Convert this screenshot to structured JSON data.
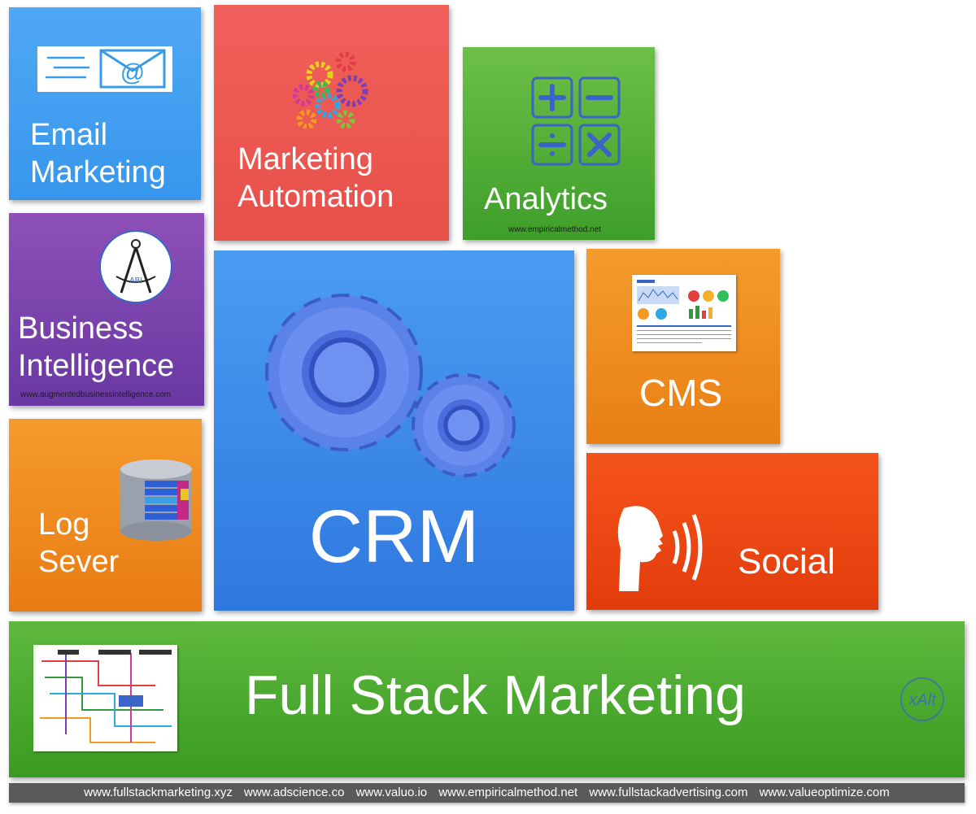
{
  "tiles": {
    "email": {
      "title_line1": "Email",
      "title_line2": "Marketing",
      "color": "#3f9ff2"
    },
    "automation": {
      "title_line1": "Marketing",
      "title_line2": "Automation",
      "color": "#ec5852"
    },
    "analytics": {
      "title": "Analytics",
      "url": "www.empiricalmethod.net",
      "color": "#4faa34"
    },
    "bi": {
      "title_line1": "Business",
      "title_line2": "Intelligence",
      "url": "www.augmentedbusinessintelligence.com",
      "color": "#7a44ad"
    },
    "crm": {
      "title": "CRM",
      "color": "#3a88ea"
    },
    "cms": {
      "title": "CMS",
      "color": "#ef8c20"
    },
    "log": {
      "title_line1": "Log",
      "title_line2": "Sever",
      "color": "#ef8c20"
    },
    "social": {
      "title": "Social",
      "color": "#ec4714"
    },
    "fullstack": {
      "title": "Full Stack Marketing",
      "color": "#4caa30"
    }
  },
  "footer": {
    "links": [
      "www.fullstackmarketing.xyz",
      "www.adscience.co",
      "www.valuo.io",
      "www.empiricalmethod.net",
      "www.fullstackadvertising.com",
      "www.valueoptimize.com"
    ]
  },
  "icons": {
    "email": "email-envelope-icon",
    "automation": "colorful-gears-icon",
    "analytics": "math-operators-icon",
    "bi": "compass-logo-icon",
    "crm": "blue-gears-icon",
    "cms": "dashboard-thumbnail",
    "log": "database-icon",
    "social": "speaking-head-icon",
    "fullstack": "marketing-map-thumbnail",
    "xalt": "xalt-logo-icon"
  }
}
